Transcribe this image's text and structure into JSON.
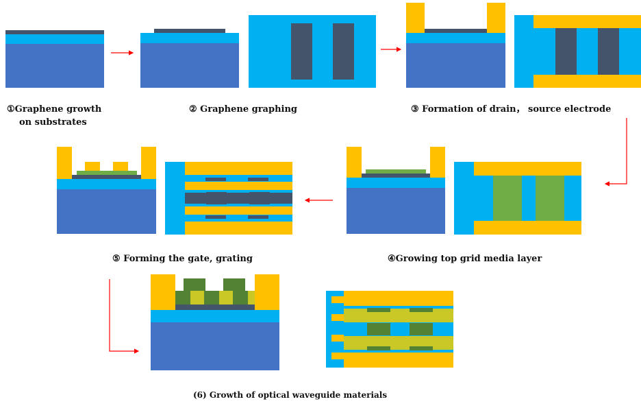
{
  "colors": {
    "substrate": "#4472C4",
    "oxide": "#00B0F0",
    "graphene": "#44546A",
    "electrode": "#FFC000",
    "dielectric": "#70AD47",
    "gate": "#548235",
    "waveguide": "#C9C826",
    "arrow": "#FF0000"
  },
  "steps": [
    {
      "caption_lines": [
        "①Graphene growth",
        "on substrates"
      ]
    },
    {
      "caption_lines": [
        "② Graphene graphing"
      ]
    },
    {
      "caption_lines": [
        "③ Formation of drain， source electrode"
      ]
    },
    {
      "caption_lines": [
        "④Growing top grid media layer"
      ]
    },
    {
      "caption_lines": [
        "⑤ Forming the gate, grating"
      ]
    },
    {
      "caption_lines": [
        "(6) Growth of optical waveguide materials"
      ]
    }
  ]
}
